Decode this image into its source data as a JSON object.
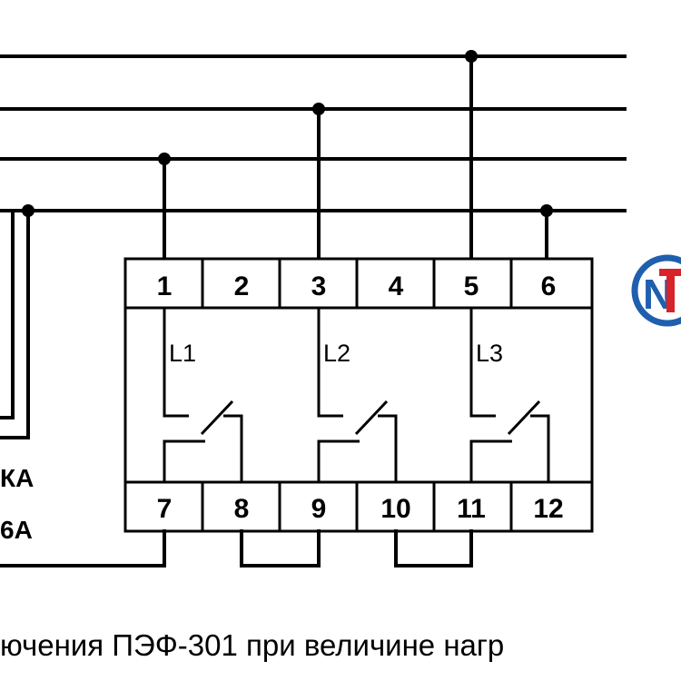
{
  "terminals_top": [
    "1",
    "2",
    "3",
    "4",
    "5",
    "6"
  ],
  "terminals_bottom": [
    "7",
    "8",
    "9",
    "10",
    "11",
    "12"
  ],
  "contacts": [
    "L1",
    "L2",
    "L3"
  ],
  "side_labels": [
    "КА",
    "6А"
  ],
  "caption": "ючения ПЭФ-301 при величине нагр",
  "logo": {
    "text": "NT",
    "color_ring": "#1f5fae",
    "color_n": "#1f5fae",
    "color_t": "#d8232a"
  }
}
